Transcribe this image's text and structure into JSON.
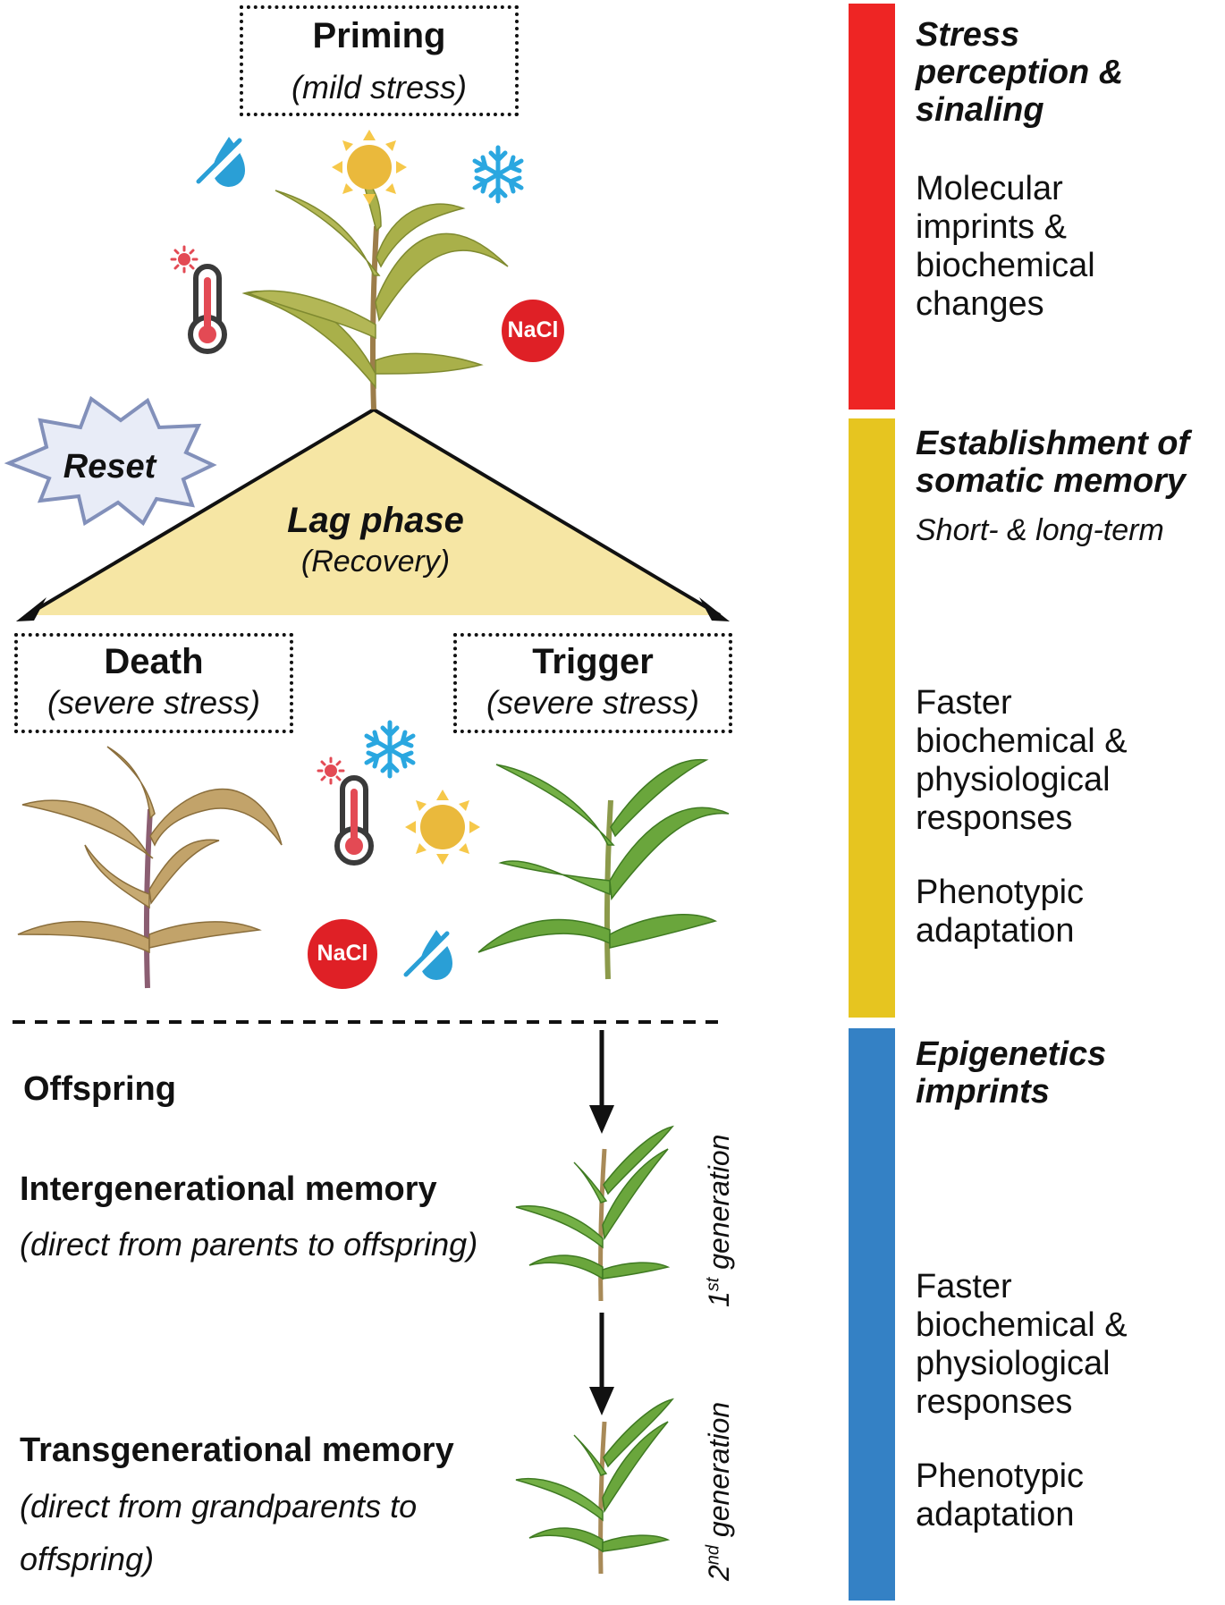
{
  "priming": {
    "title": "Priming",
    "subtitle": "(mild stress)"
  },
  "stress_icons": {
    "nacl_label": "NaCl"
  },
  "reset_label": "Reset",
  "lag": {
    "title": "Lag phase",
    "subtitle": "(Recovery)"
  },
  "death": {
    "title": "Death",
    "subtitle": "(severe stress)"
  },
  "trigger": {
    "title": "Trigger",
    "subtitle": "(severe stress)"
  },
  "offspring": {
    "label": "Offspring",
    "inter_title": "Intergenerational memory",
    "inter_sub": "(direct from parents to offspring)",
    "trans_title": "Transgenerational memory",
    "trans_sub_line1": "(direct from grandparents to",
    "trans_sub_line2": "offspring)",
    "gen1_num": "1",
    "gen1_sup": "st",
    "gen1_word": " generation",
    "gen2_num": "2",
    "gen2_sup": "nd",
    "gen2_word": " generation"
  },
  "sidebar": {
    "colors": {
      "red": "#ee2524",
      "yellow": "#e6c520",
      "blue": "#3481c5"
    },
    "red": {
      "heading_line1": "Stress",
      "heading_line2": "perception &",
      "heading_line3": "sinaling",
      "body_line1": "Molecular",
      "body_line2": "imprints &",
      "body_line3": "biochemical",
      "body_line4": "changes"
    },
    "yellow": {
      "heading_line1": "Establishment of",
      "heading_line2": "somatic memory",
      "sub": "Short- & long-term",
      "resp_line1": "Faster",
      "resp_line2": "biochemical &",
      "resp_line3": "physiological",
      "resp_line4": "responses",
      "adapt_line1": "Phenotypic",
      "adapt_line2": "adaptation"
    },
    "blue": {
      "heading_line1": "Epigenetics",
      "heading_line2": "imprints",
      "resp_line1": "Faster",
      "resp_line2": "biochemical &",
      "resp_line3": "physiological",
      "resp_line4": "responses",
      "adapt_line1": "Phenotypic",
      "adapt_line2": "adaptation"
    }
  }
}
